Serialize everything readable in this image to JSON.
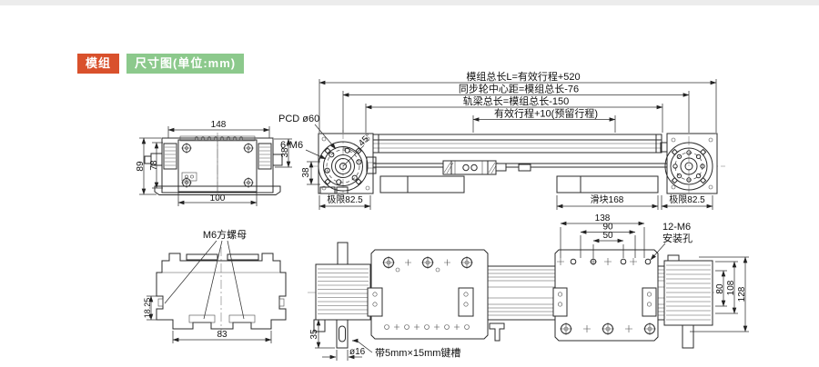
{
  "header": {
    "module_label": "模组",
    "title_label": "尺寸图(单位:mm)",
    "module_bg": "#d9512c",
    "title_bg": "#8cc98c"
  },
  "side_view": {
    "dim_total": "模组总长L=有效行程+520",
    "dim_pulley_center": "同步轮中心距=模组总长-76",
    "dim_rail": "轨梁总长=模组总长-150",
    "dim_stroke": "有效行程+10(预留行程)",
    "label_pcd": "PCD ø60",
    "label_bolts": "6-M6",
    "label_angle": "45°",
    "dim_offset": "38",
    "dim_limit_left": "极限82.5",
    "dim_slider": "滑块168",
    "dim_limit_right": "极限82.5"
  },
  "end_view": {
    "dim_width_top": "148",
    "dim_height_outer": "89",
    "dim_height_inner": "78",
    "dim_side": "38",
    "dim_width_bottom": "100"
  },
  "rail_section": {
    "label_nut": "M6方螺母",
    "dim_slot": "18.25",
    "dim_width": "83"
  },
  "bottom_view": {
    "dim_138": "138",
    "dim_90": "90",
    "dim_50": "50",
    "label_holes_line1": "12-M6",
    "label_holes_line2": "安装孔",
    "dim_80": "80",
    "dim_108": "108",
    "dim_128": "128",
    "dim_35": "35",
    "dim_shaft": "ø16",
    "label_keyway": "带5mm×15mm键槽"
  }
}
